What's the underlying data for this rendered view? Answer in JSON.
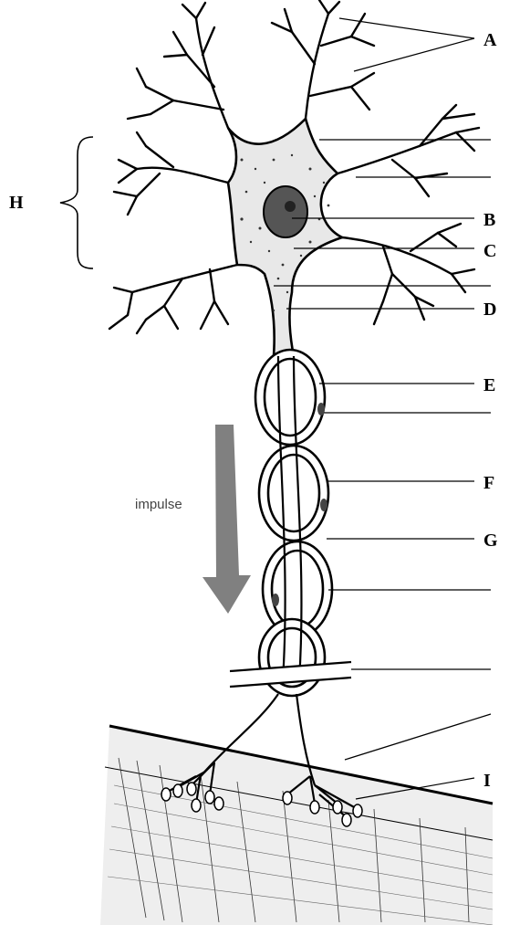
{
  "diagram": {
    "labels": {
      "A": "A",
      "B": "B",
      "C": "C",
      "D": "D",
      "E": "E",
      "F": "F",
      "G": "G",
      "H": "H",
      "I": "I"
    },
    "impulse_text": "impulse",
    "colors": {
      "ink": "#000000",
      "cell": "#e8e8e8",
      "arrow": "#808080",
      "nucleus": "#555555"
    }
  }
}
